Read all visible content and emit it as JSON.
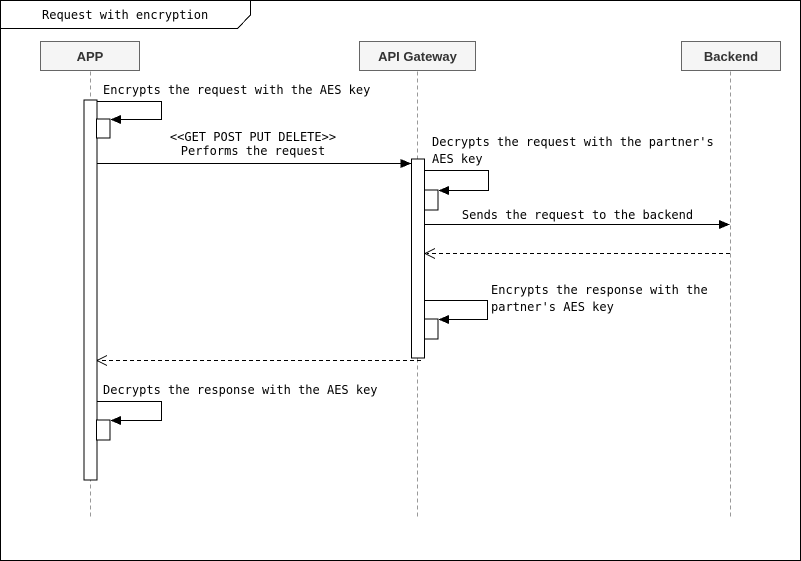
{
  "frame": {
    "title": "Request with encryption"
  },
  "participants": [
    {
      "label": "APP"
    },
    {
      "label": "API Gateway"
    },
    {
      "label": "Backend"
    }
  ],
  "labels": {
    "encrypt_request": "Encrypts the request with the AES key",
    "request_stereotype": "<<GET POST PUT DELETE>>",
    "perform_request": "Performs the request",
    "decrypt_request_l1": "Decrypts the request with the partner's",
    "decrypt_request_l2": "AES key",
    "send_to_backend": "Sends the request to the backend",
    "encrypt_response_l1": "Encrypts the response with the",
    "encrypt_response_l2": "partner's AES key",
    "decrypt_response": "Decrypts the response with the AES key"
  },
  "colors": {
    "participant_fill": "#f5f5f5",
    "participant_border": "#666666",
    "participant_text": "#333333",
    "message_line": "#000000",
    "lifeline": "#999999",
    "background": "#ffffff"
  }
}
